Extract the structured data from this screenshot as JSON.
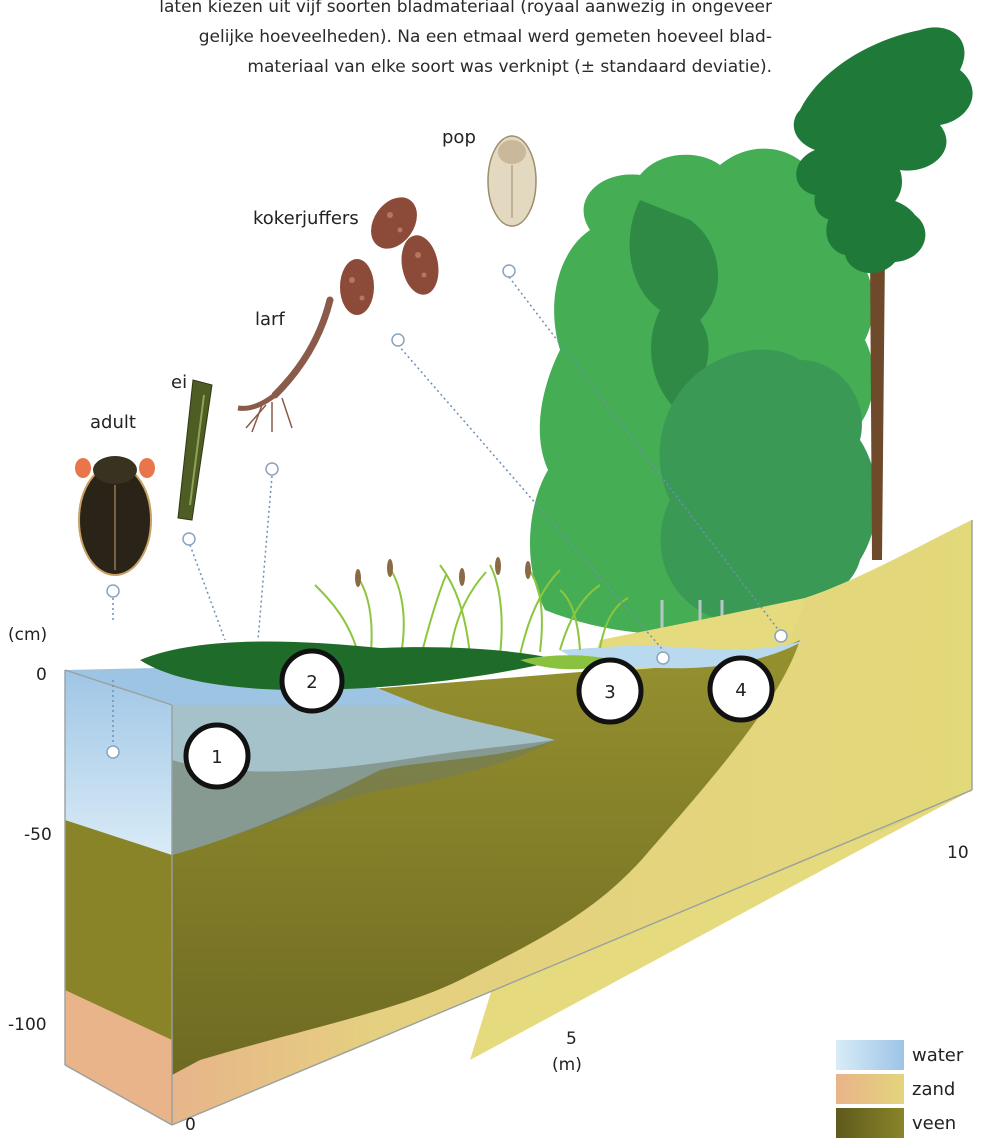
{
  "caption": {
    "line1": "laten kiezen uit vijf soorten bladmateriaal (royaal aanwezig in ongeveer",
    "line2": "gelijke hoeveelheden). Na een etmaal werd gemeten hoeveel blad-",
    "line3": "materiaal van elke soort was verknipt (± standaard deviatie)."
  },
  "stages": {
    "adult": "adult",
    "ei": "ei",
    "larf": "larf",
    "kokerjuffers": "kokerjuffers",
    "pop": "pop"
  },
  "zones": [
    "1",
    "2",
    "3",
    "4"
  ],
  "axis": {
    "depth_unit": "(cm)",
    "depth_ticks": [
      "0",
      "-50",
      "-100"
    ],
    "distance_ticks": [
      "0",
      "5",
      "10"
    ],
    "distance_unit": "(m)"
  },
  "legend": [
    {
      "label": "water",
      "color": "#b9d6ec"
    },
    {
      "label": "zand",
      "color": "#e3d47c"
    },
    {
      "label": "veen",
      "color": "#6f6a22"
    }
  ]
}
